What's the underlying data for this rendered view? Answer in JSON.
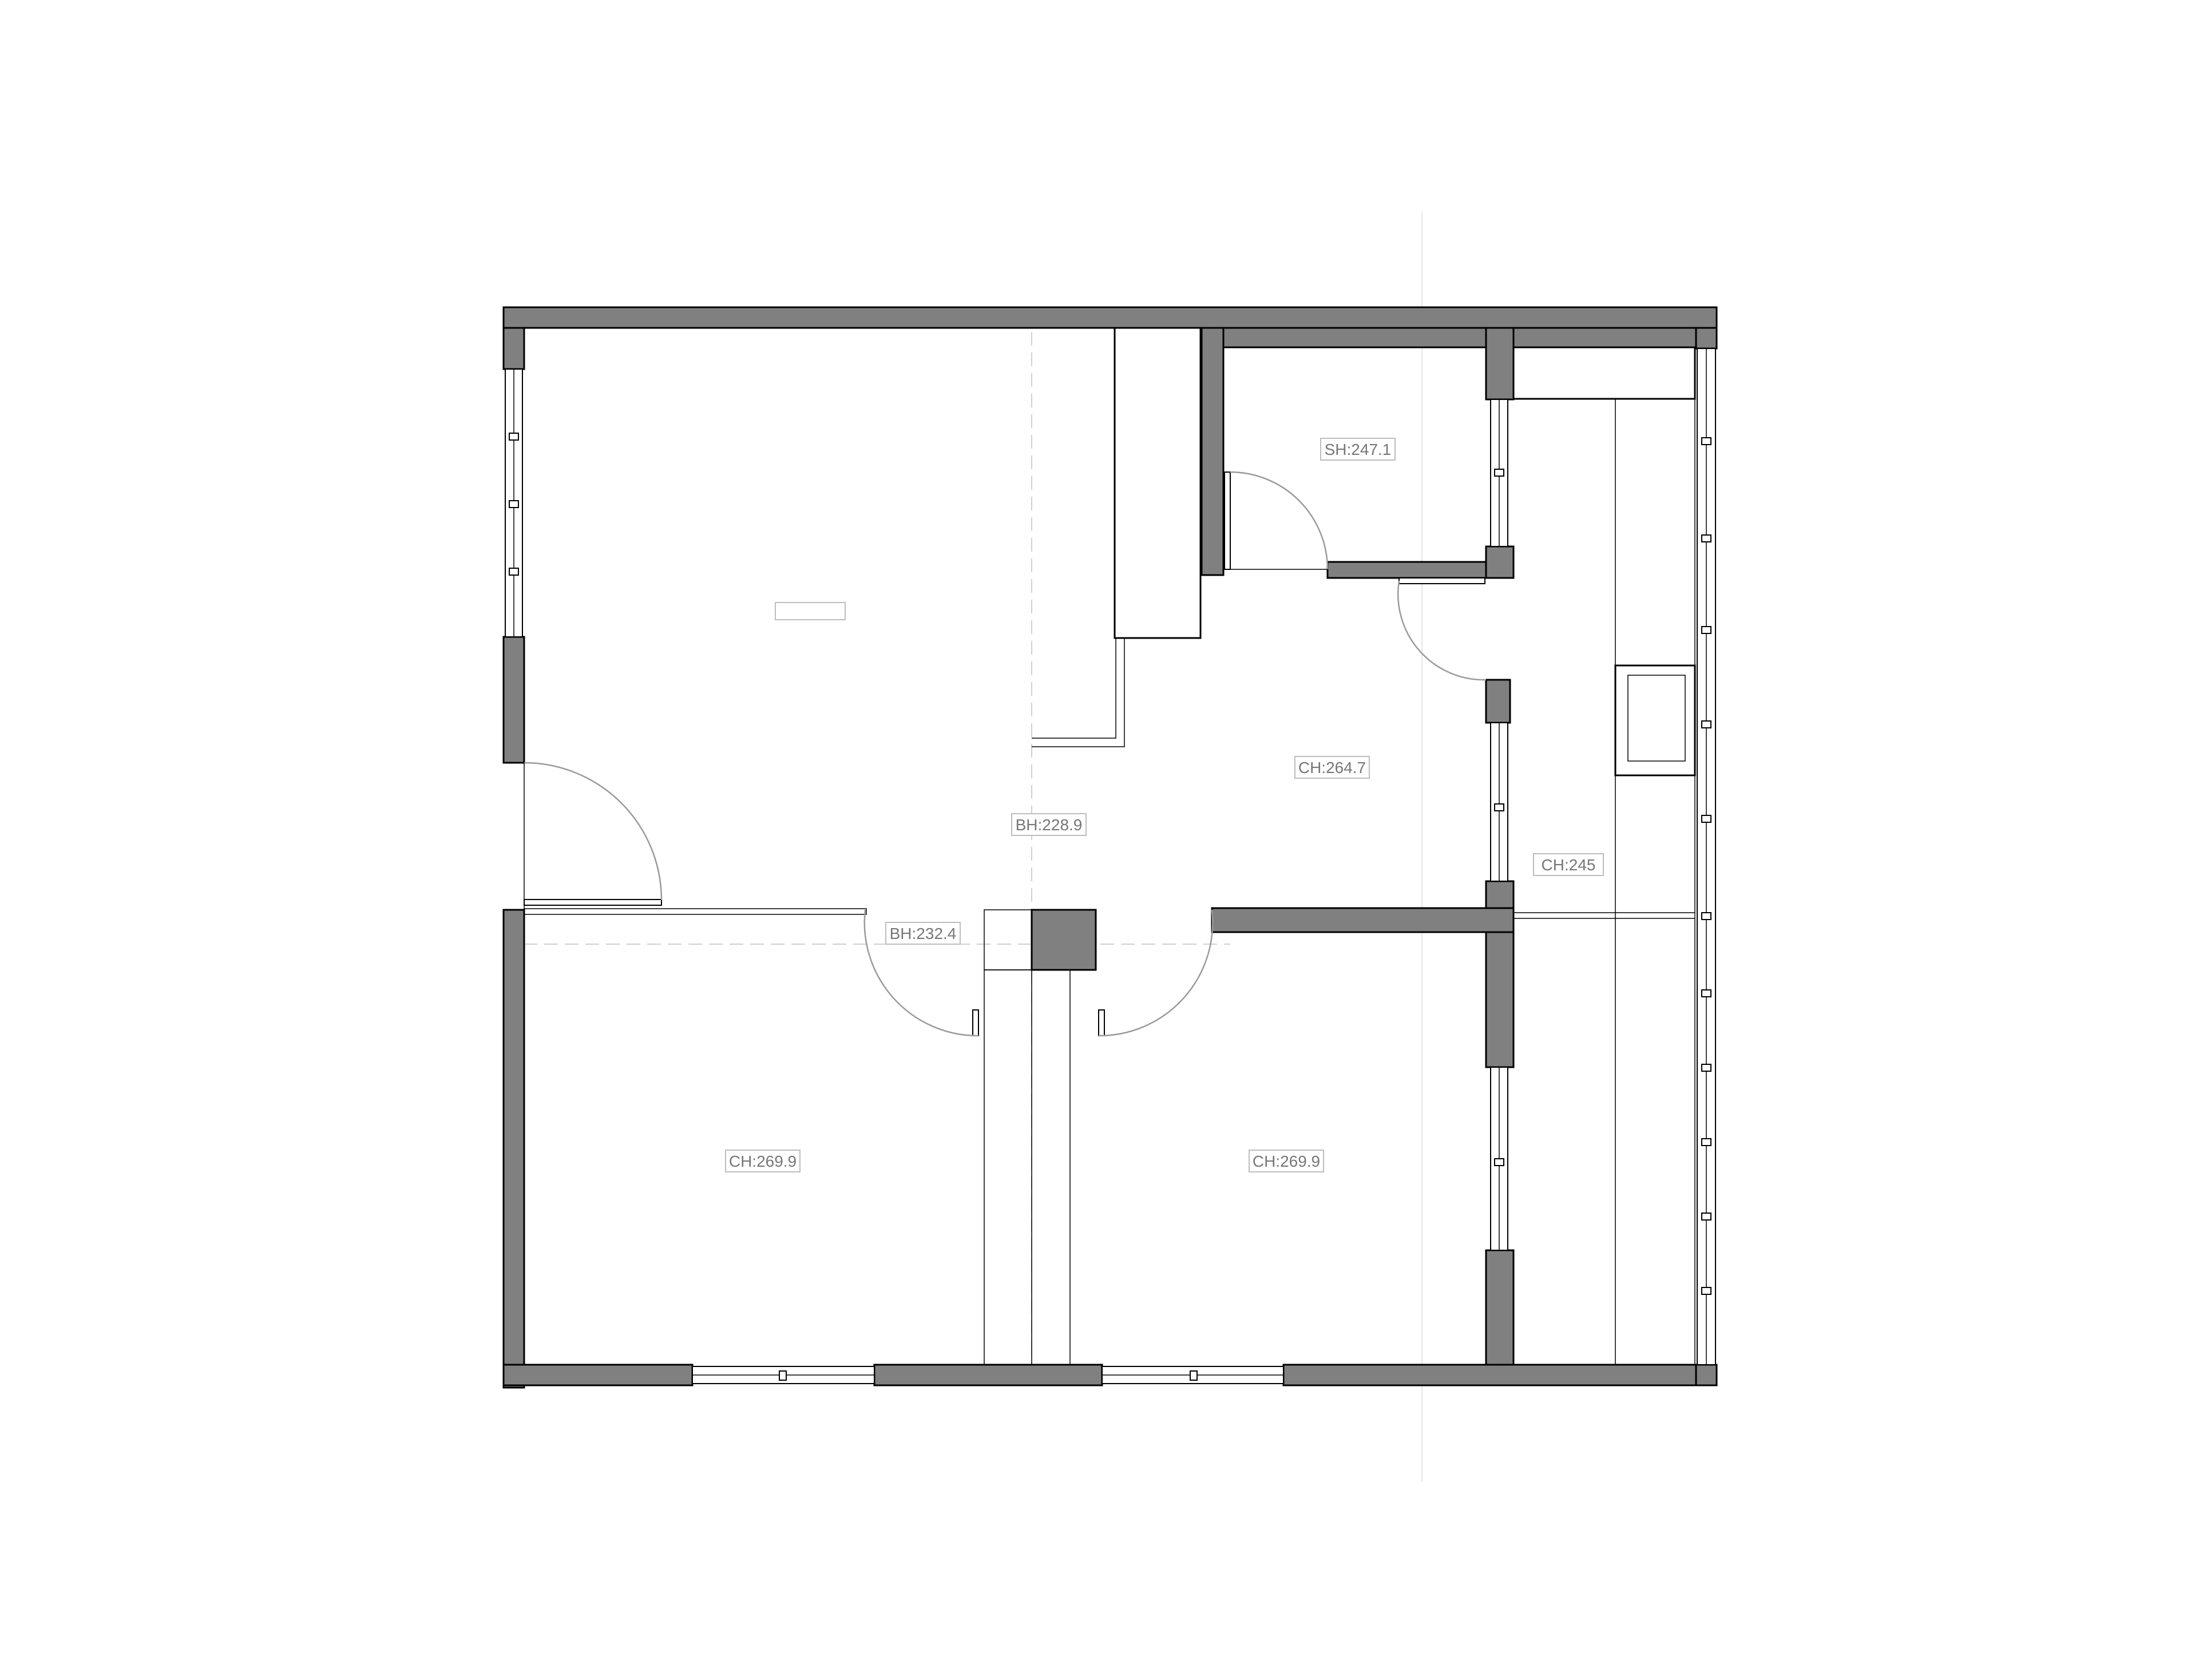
{
  "colors": {
    "wall_fill": "#808080",
    "line": "#000000",
    "swing_arc": "#9a9a9a",
    "dash": "#d0d0d0",
    "guide": "#e6e6e6",
    "label_text": "#777777",
    "label_box": "#bdbdbd"
  },
  "labels": {
    "storage": "SH:247.1",
    "hall": "CH:264.7",
    "living_beam": "BH:228.9",
    "corridor_beam": "BH:232.4",
    "bedroom_left": "CH:269.9",
    "bedroom_right": "CH:269.9",
    "side_room": "CH:245",
    "living_tag": ""
  },
  "icons": {
    "door": "door-swing-icon",
    "window": "window-icon",
    "column": "column-icon",
    "sink": "sink-icon"
  }
}
